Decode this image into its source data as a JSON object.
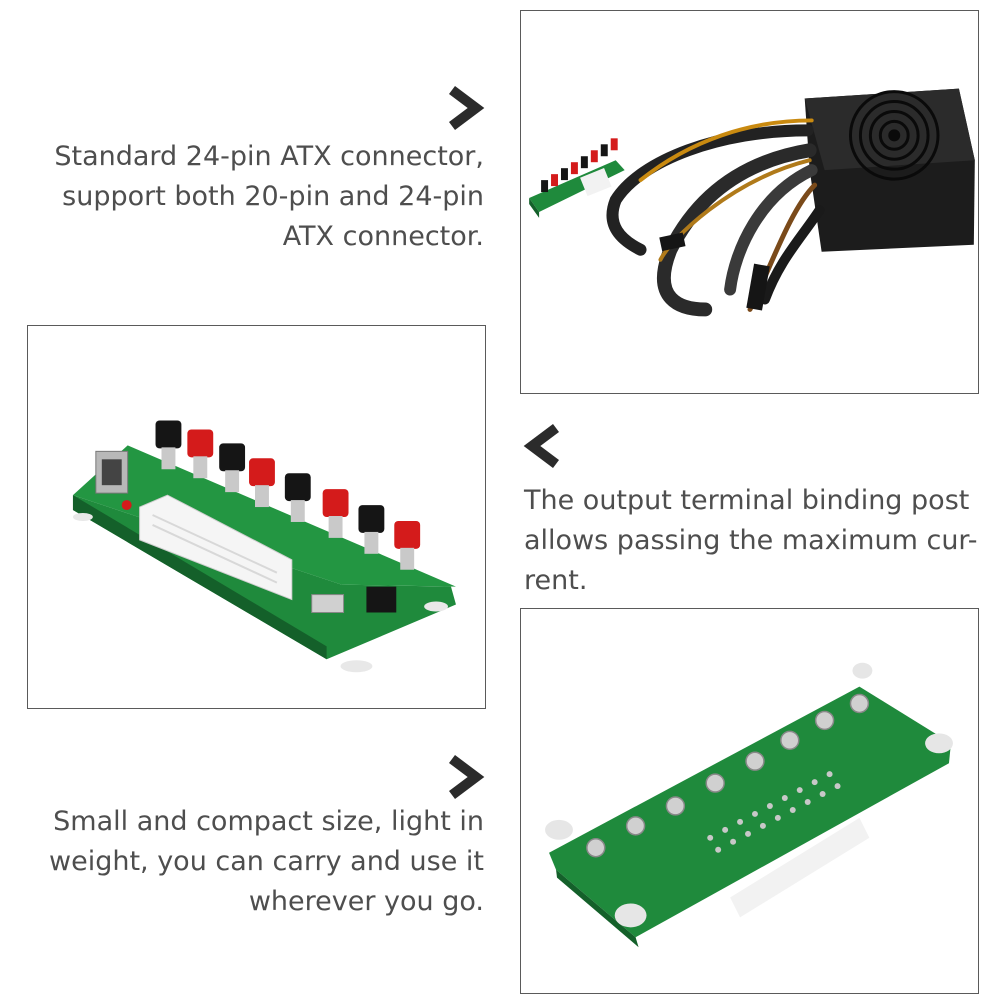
{
  "captions": {
    "atx": {
      "lines": [
        "Standard 24-pin ATX connector,",
        "support both 20-pin and 24-pin",
        "ATX connector."
      ]
    },
    "binding_post": {
      "lines": [
        "The output terminal binding post",
        "allows passing the maximum cur-",
        "rent."
      ]
    },
    "compact": {
      "lines": [
        "Small and compact size, light in",
        "weight, you can carry and use it",
        "wherever you go."
      ]
    }
  },
  "icons": {
    "arrow_right": "chevron-right-icon",
    "arrow_left": "chevron-left-icon"
  },
  "colors": {
    "text": "#4e4e4e",
    "chevron": "#2b2b2b",
    "pcb_green": "#1f8a3c",
    "post_red": "#d41b1b",
    "post_black": "#151515"
  }
}
